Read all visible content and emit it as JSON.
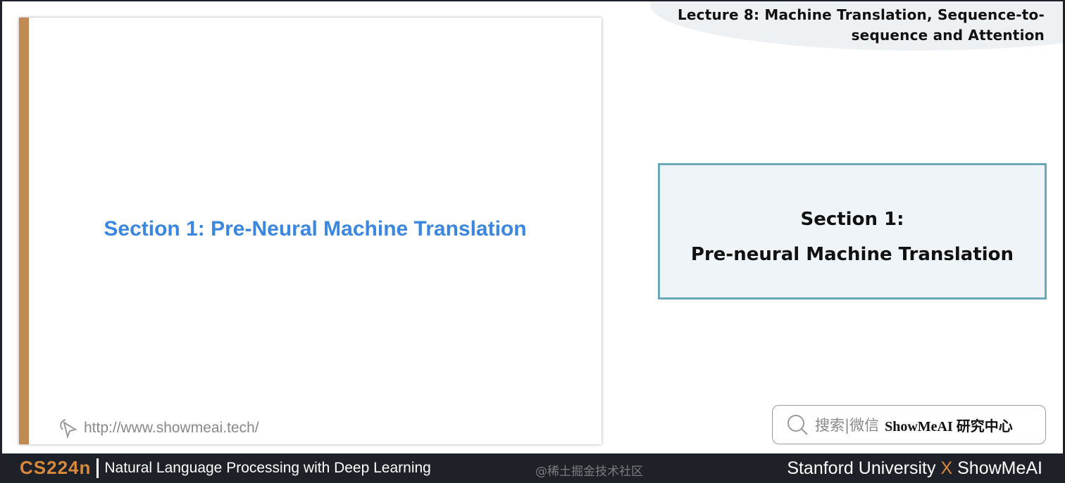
{
  "header": {
    "lecture_line1": "Lecture 8: Machine Translation, Sequence-to-",
    "lecture_line2": "sequence and Attention"
  },
  "slide": {
    "title": "Section 1: Pre-Neural Machine Translation",
    "url": "http://www.showmeai.tech/"
  },
  "section_box": {
    "line1": "Section 1:",
    "line2": "Pre-neural Machine Translation"
  },
  "search": {
    "prefix": "搜索|微信",
    "brand": "ShowMeAI 研究中心"
  },
  "footer": {
    "course": "CS224n",
    "course_title": "Natural Language Processing with Deep Learning",
    "university": "Stanford University",
    "x": "X",
    "brand": "ShowMeAI",
    "watermark": "@稀土掘金技术社区"
  },
  "colors": {
    "accent_orange": "#d9893a",
    "slide_title_blue": "#3a86e0",
    "box_border": "#6aa9b8",
    "footer_bg": "#1e2128"
  }
}
